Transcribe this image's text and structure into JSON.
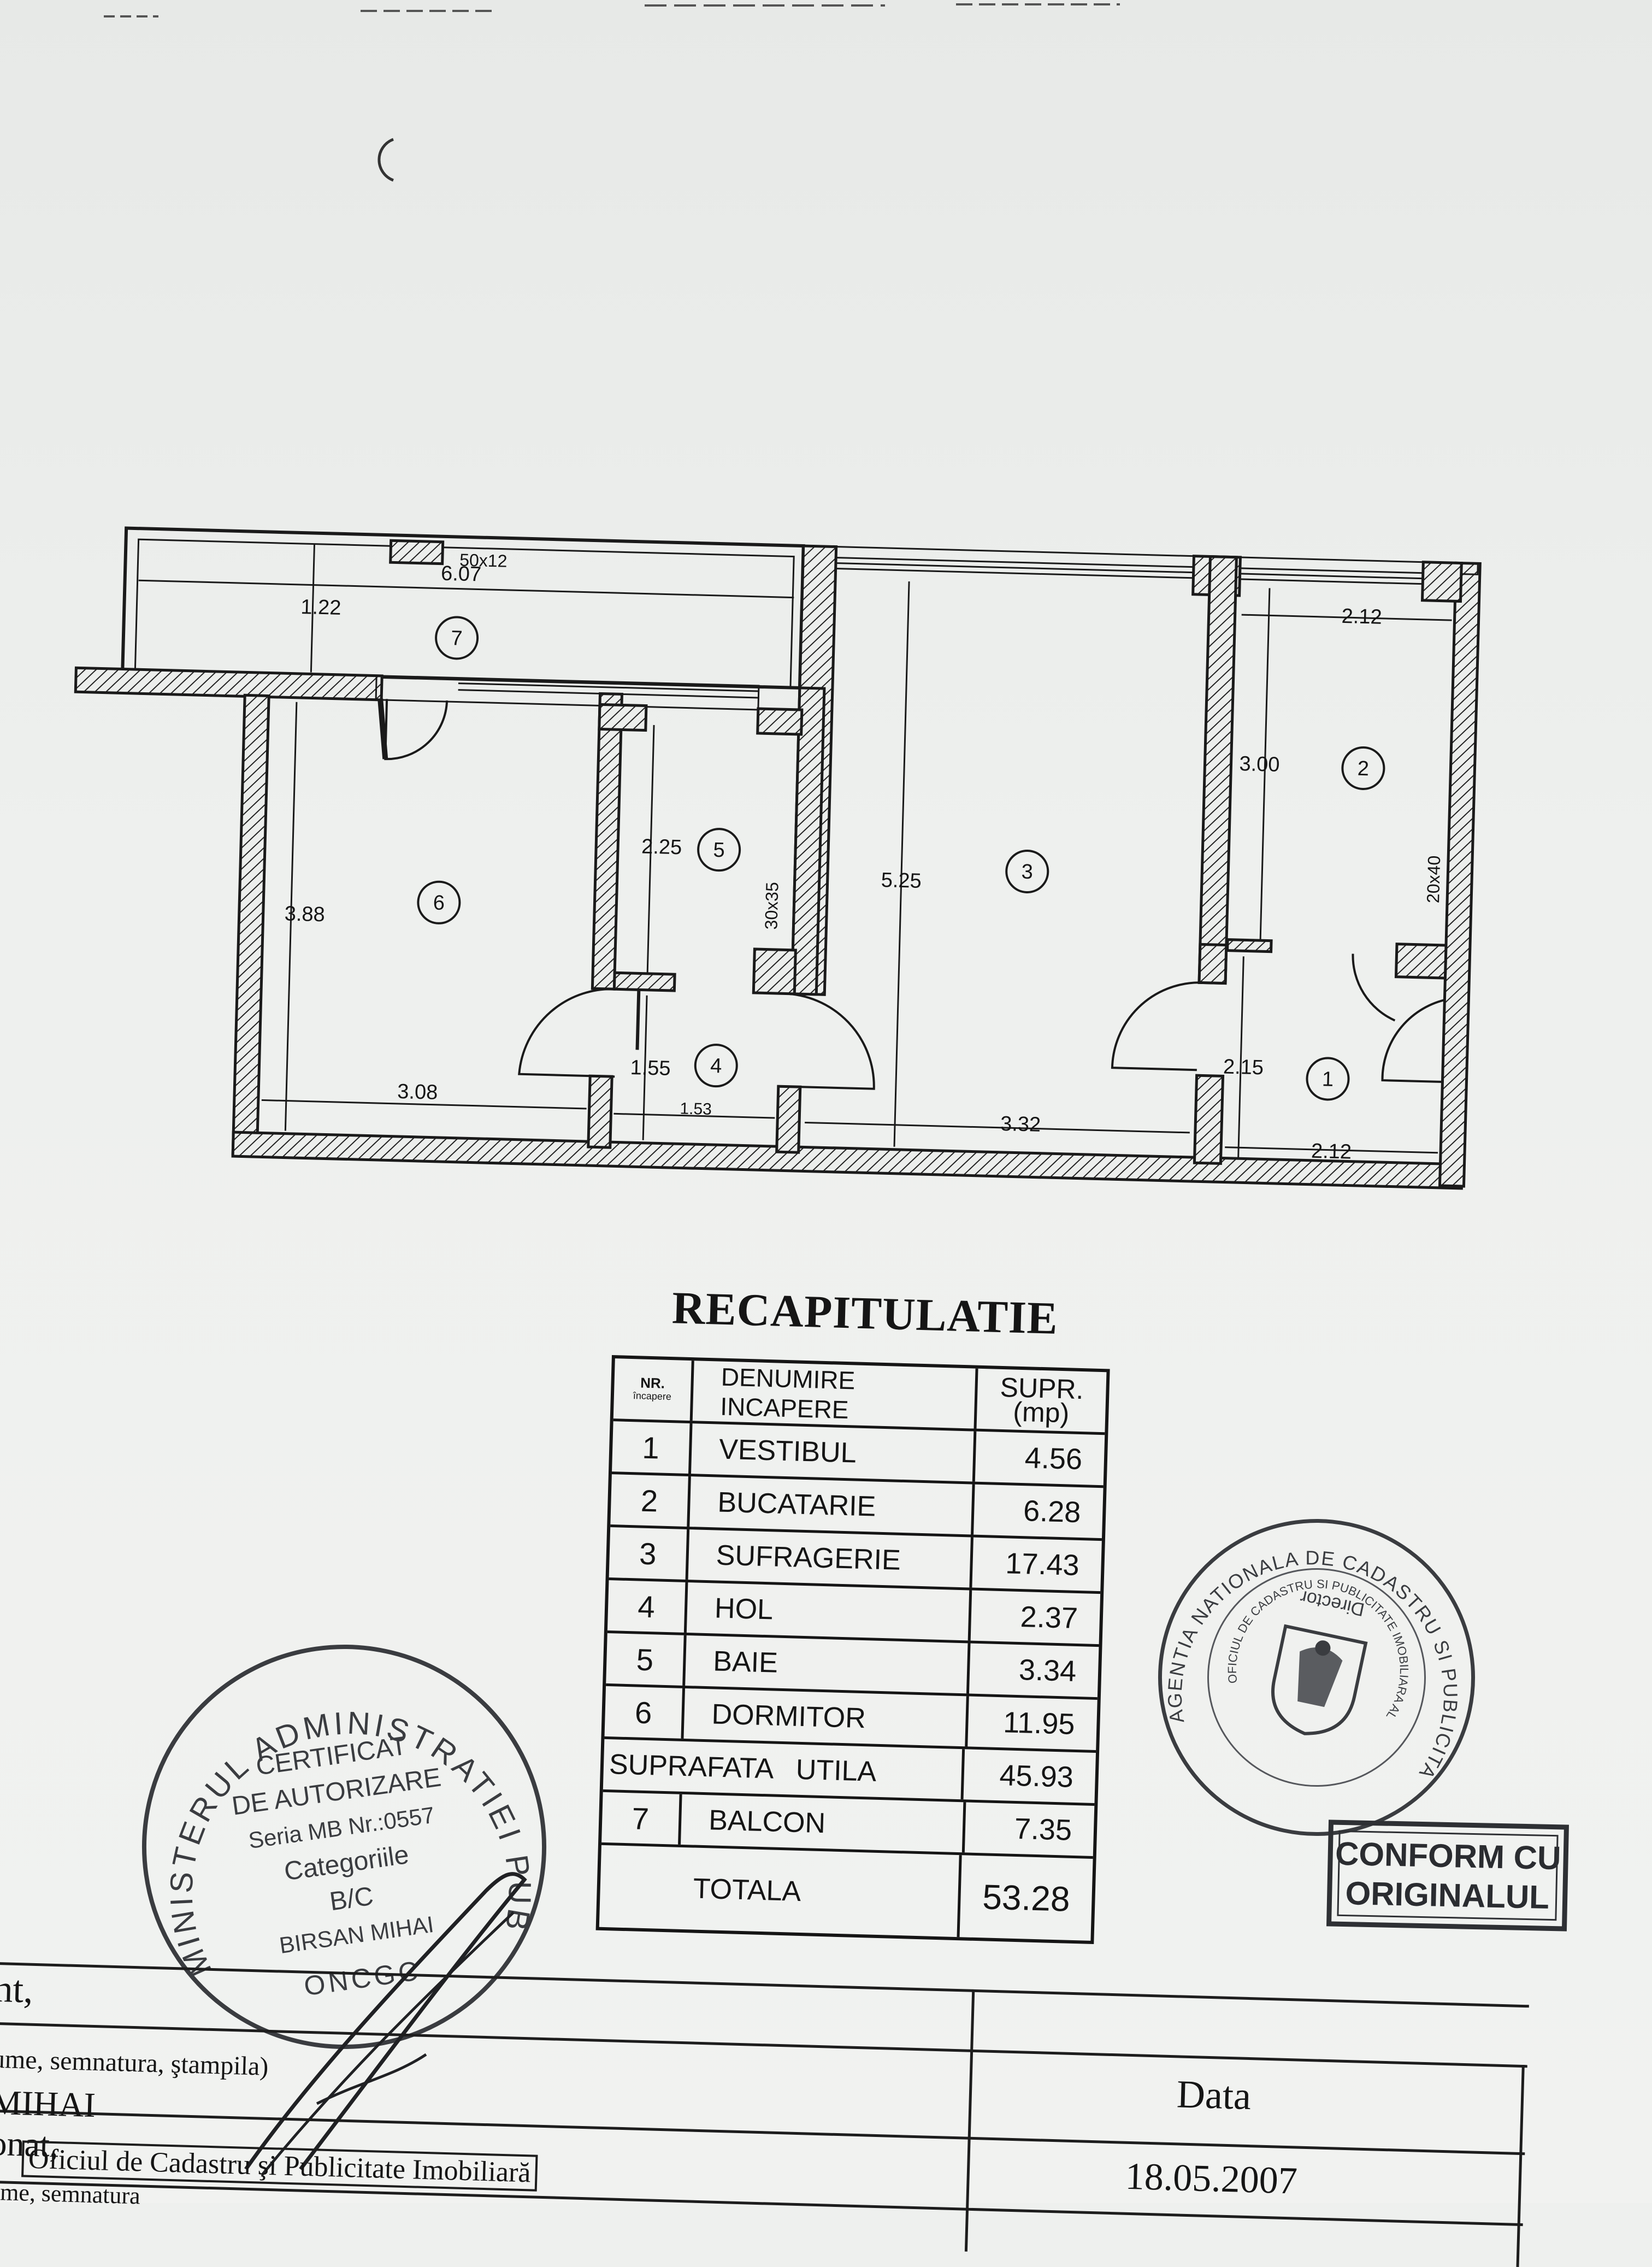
{
  "plan": {
    "rooms": [
      {
        "nr": "1"
      },
      {
        "nr": "2"
      },
      {
        "nr": "3"
      },
      {
        "nr": "4"
      },
      {
        "nr": "5"
      },
      {
        "nr": "6"
      },
      {
        "nr": "7"
      }
    ],
    "dims": {
      "d_607": "6.07",
      "d_122": "1.22",
      "d_388": "3.88",
      "d_308": "3.08",
      "d_225": "2.25",
      "d_155": "1.55",
      "d_153": "1.53",
      "d_525": "5.25",
      "d_332": "3.32",
      "d_212_top": "2.12",
      "d_300": "3.00",
      "d_215": "2.15",
      "d_212_bottom": "2.12"
    },
    "pillars": {
      "p_50x12": "50x12",
      "p_30x35": "30x35",
      "p_20x40": "20x40"
    }
  },
  "recap": {
    "title": "RECAPITULATIE",
    "head": {
      "nr_line1": "NR.",
      "nr_line2": "încapere",
      "name": "DENUMIRE INCAPERE",
      "supr_line1": "SUPR.",
      "supr_line2": "(mp)"
    },
    "rows": [
      {
        "nr": "1",
        "name": "VESTIBUL",
        "val": "4.56"
      },
      {
        "nr": "2",
        "name": "BUCATARIE",
        "val": "6.28"
      },
      {
        "nr": "3",
        "name": "SUFRAGERIE",
        "val": "17.43"
      },
      {
        "nr": "4",
        "name": "HOL",
        "val": "2.37"
      },
      {
        "nr": "5",
        "name": "BAIE",
        "val": "3.34"
      },
      {
        "nr": "6",
        "name": "DORMITOR",
        "val": "11.95"
      }
    ],
    "utila": {
      "label": "SUPRAFATA   UTILA",
      "val": "45.93"
    },
    "balcon": {
      "nr": "7",
      "name": "BALCON",
      "val": "7.35"
    },
    "total": {
      "label": "TOTALA",
      "val": "53.28"
    }
  },
  "stamps": {
    "ministry": {
      "ring_text": "MINISTERUL ADMINISTRATIEI PUBLICE",
      "line1": "CERTIFICAT",
      "line2": "DE AUTORIZARE",
      "line3": "Seria MB Nr.:0557",
      "line4": "Categoriile",
      "line5": "B/C",
      "line6": "BIRSAN MIHAI",
      "bottom": "ONCGC"
    },
    "agency": {
      "ring_text": "AGENTIA NATIONALA DE CADASTRU SI PUBLICITATE IMOBILIARA",
      "inner_text": "OFICIUL DE CADASTRU SI PUBLICITATE IMOBILIARA AL MUNICIPIULUI BUCURESTI",
      "director": "Director"
    },
    "conform": {
      "line1": "CONFORM CU",
      "line2": "ORIGINALUL"
    }
  },
  "footer": {
    "frag_nt": "nt,",
    "frag_ume": "ume, semnatura, ştampila)",
    "frag_mihai": "MIHAI",
    "frag_onat": "onat,",
    "frag_oficiu": "Oficiul de Cadastru şi Publicitate Imobiliară",
    "frag_ume2": "ume, semnatura",
    "data_label": "Data",
    "data_value": "18.05.2007"
  }
}
